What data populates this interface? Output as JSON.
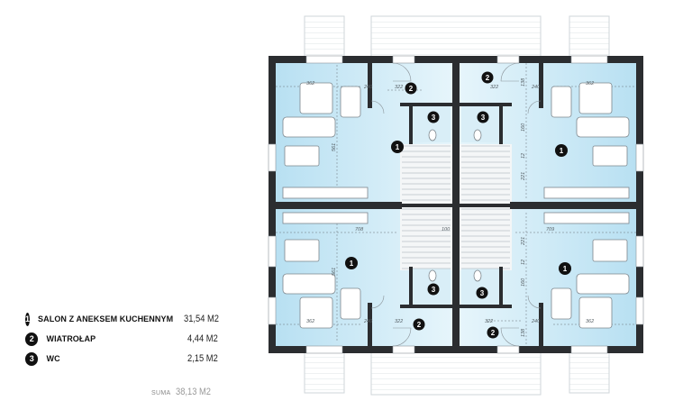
{
  "legend": [
    {
      "num": "1",
      "name": "SALON Z ANEKSEM KUCHENNYM",
      "area": "31,54 M2"
    },
    {
      "num": "2",
      "name": "WIATROŁAP",
      "area": "4,44 M2"
    },
    {
      "num": "3",
      "name": "WC",
      "area": "2,15 M2"
    }
  ],
  "total": {
    "label": "SUMA",
    "value": "38,13 M2"
  },
  "room_markers": [
    "1",
    "2",
    "3"
  ],
  "dims": {
    "d362": "362",
    "d322": "322",
    "d561": "561",
    "d708": "708",
    "d709": "709",
    "d221": "221",
    "d160": "160",
    "d138": "138",
    "d240": "240",
    "d12": "12",
    "d100": "100"
  },
  "colors": {
    "wall": "#2b2d30",
    "blue": "#bfe4f4",
    "blue_light": "#e3f4fb",
    "furniture": "#ffffff"
  }
}
